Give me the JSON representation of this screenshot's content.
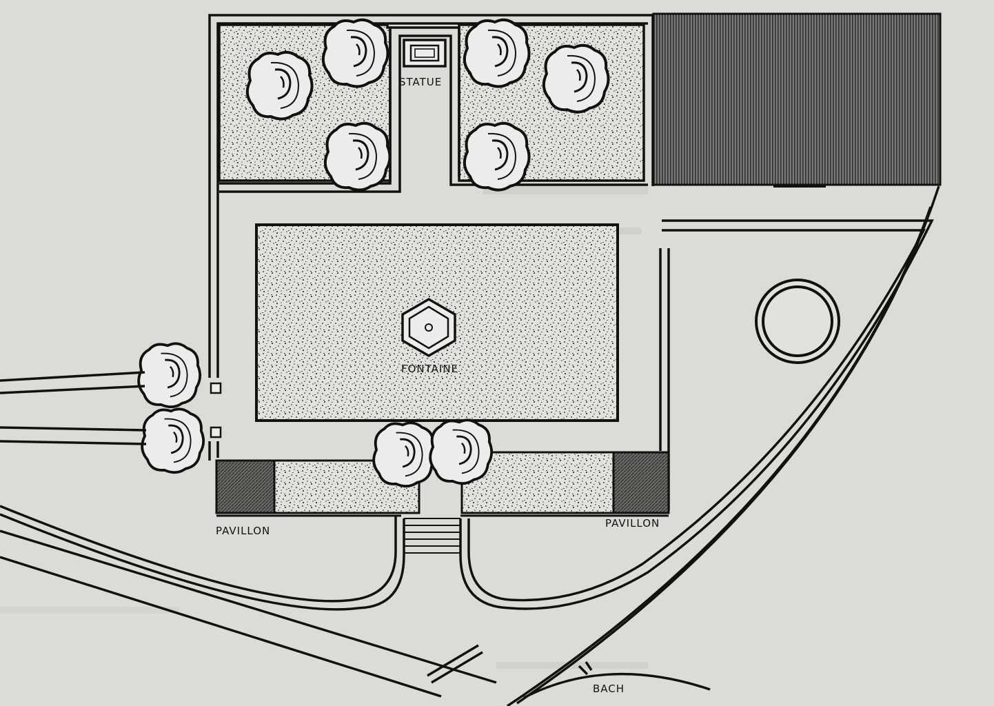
{
  "labels": {
    "statue": "STATUE",
    "fontaine": "FONTAINE",
    "pavillon_left": "PAVILLON",
    "pavillon_right": "PAVILLON",
    "bach": "BACH"
  },
  "colors": {
    "paper": "#dcdcd6",
    "ink": "#111111",
    "hatch": "#555555"
  }
}
